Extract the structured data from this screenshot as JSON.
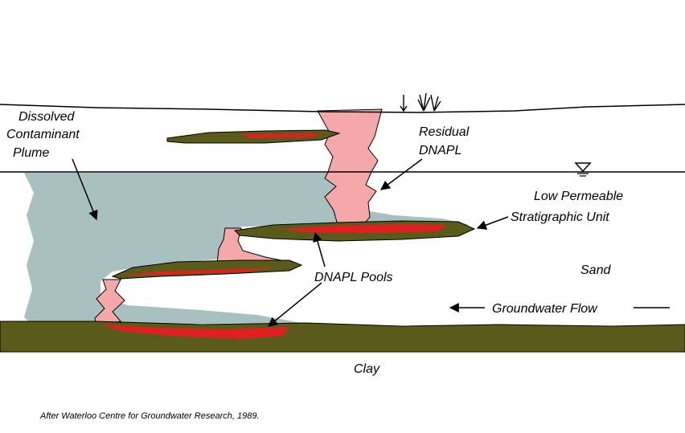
{
  "labels": {
    "plume_line1": "Dissolved",
    "plume_line2": "Contaminant",
    "plume_line3": "Plume",
    "residual_line1": "Residual",
    "residual_line2": "DNAPL",
    "lowperm_line1": "Low Permeable",
    "lowperm_line2": "Stratigraphic Unit",
    "sand": "Sand",
    "groundwater_flow": "Groundwater Flow",
    "dnapl_pools": "DNAPL Pools",
    "clay": "Clay"
  },
  "source_note": "After Waterloo Centre for Groundwater Research, 1989.",
  "colors": {
    "plume": "#a8c0c0",
    "residual_dnapl": "#f4a8a8",
    "dnapl_pool": "#e02020",
    "clay_and_lenses": "#5a5a1a",
    "lines": "#000000"
  },
  "icons": [
    "water-table-icon",
    "grass-icon"
  ]
}
